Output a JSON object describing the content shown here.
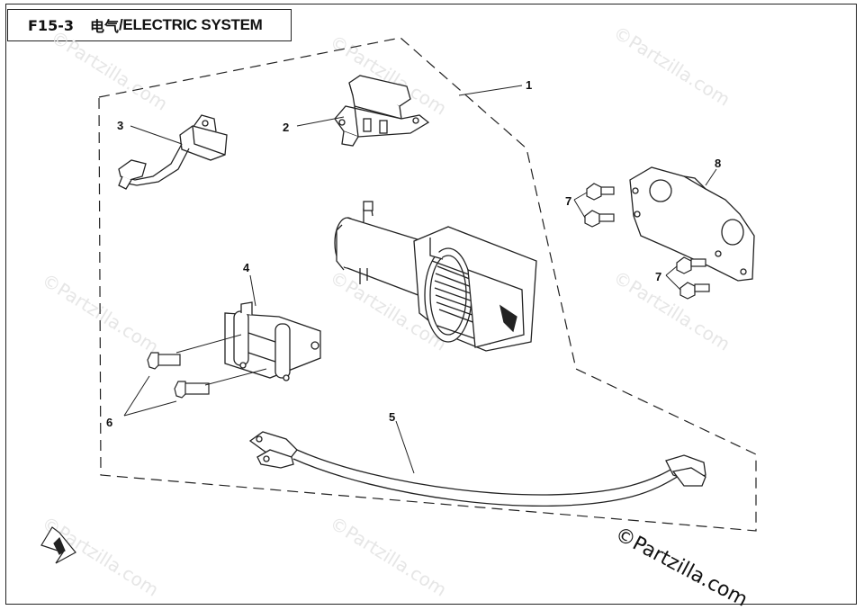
{
  "header": {
    "code": "F15-3",
    "title_cn": "电气",
    "title_en": "/ELECTRIC SYSTEM"
  },
  "callouts": [
    "1",
    "2",
    "3",
    "4",
    "5",
    "6",
    "7",
    "7",
    "8"
  ],
  "watermark": {
    "repeated": "©Partzilla.com",
    "main": "©Partzilla.com"
  },
  "colors": {
    "line": "#222222",
    "watermark": "#e6e6e6"
  }
}
